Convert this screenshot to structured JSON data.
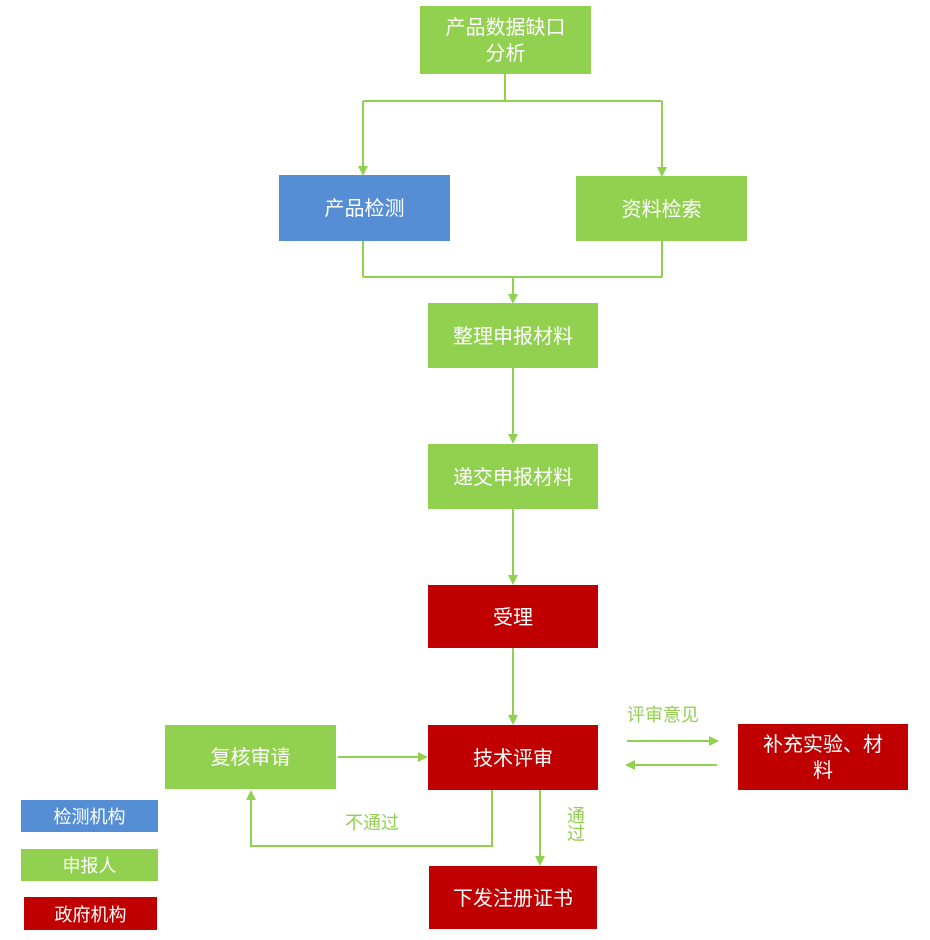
{
  "nodes": {
    "gap_analysis": "产品数据缺口\n分析",
    "product_testing": "产品检测",
    "literature_search": "资料检索",
    "organize_materials": "整理申报材料",
    "submit_materials": "递交申报材料",
    "acceptance": "受理",
    "technical_review": "技术评审",
    "supplement": "补充实验、材\n料",
    "reapply": "复核审请",
    "issue_certificate": "下发注册证书"
  },
  "edge_labels": {
    "review_opinion": "评审意见",
    "not_passed": "不通过",
    "passed": "通过"
  },
  "legend": [
    {
      "label": "检测机构",
      "color": "#558ed5"
    },
    {
      "label": "申报人",
      "color": "#92d050"
    },
    {
      "label": "政府机构",
      "color": "#c00000"
    }
  ],
  "colors": {
    "applicant": "#92d050",
    "testing_agency": "#558ed5",
    "government": "#c00000",
    "connector": "#92d050"
  }
}
